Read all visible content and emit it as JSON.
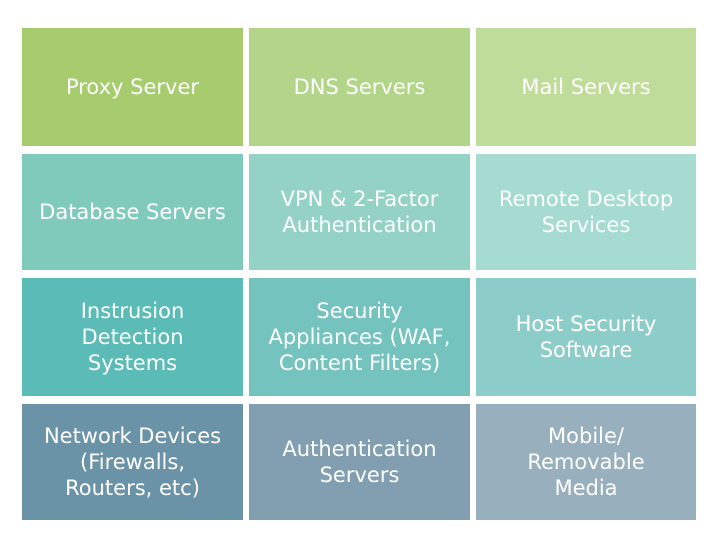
{
  "tiles": [
    {
      "label": "Proxy Server",
      "color": "#a6cc6e"
    },
    {
      "label": "DNS Servers",
      "color": "#b3d589"
    },
    {
      "label": "Mail Servers",
      "color": "#c0dc9b"
    },
    {
      "label": "Database Servers",
      "color": "#80cabc"
    },
    {
      "label": "VPN & 2-Factor Authentication",
      "color": "#95d2c6"
    },
    {
      "label": "Remote Desktop Services",
      "color": "#a6dbd1"
    },
    {
      "label": "Instrusion Detection Systems",
      "color": "#5bbbb6"
    },
    {
      "label": "Security Appliances (WAF, Content Filters)",
      "color": "#74c3be"
    },
    {
      "label": "Host Security Software",
      "color": "#8dcdc9"
    },
    {
      "label": "Network Devices (Firewalls, Routers, etc)",
      "color": "#6b93a7"
    },
    {
      "label": "Authentication Servers",
      "color": "#819fb0"
    },
    {
      "label": "Mobile/ Removable Media",
      "color": "#98afbe"
    }
  ]
}
